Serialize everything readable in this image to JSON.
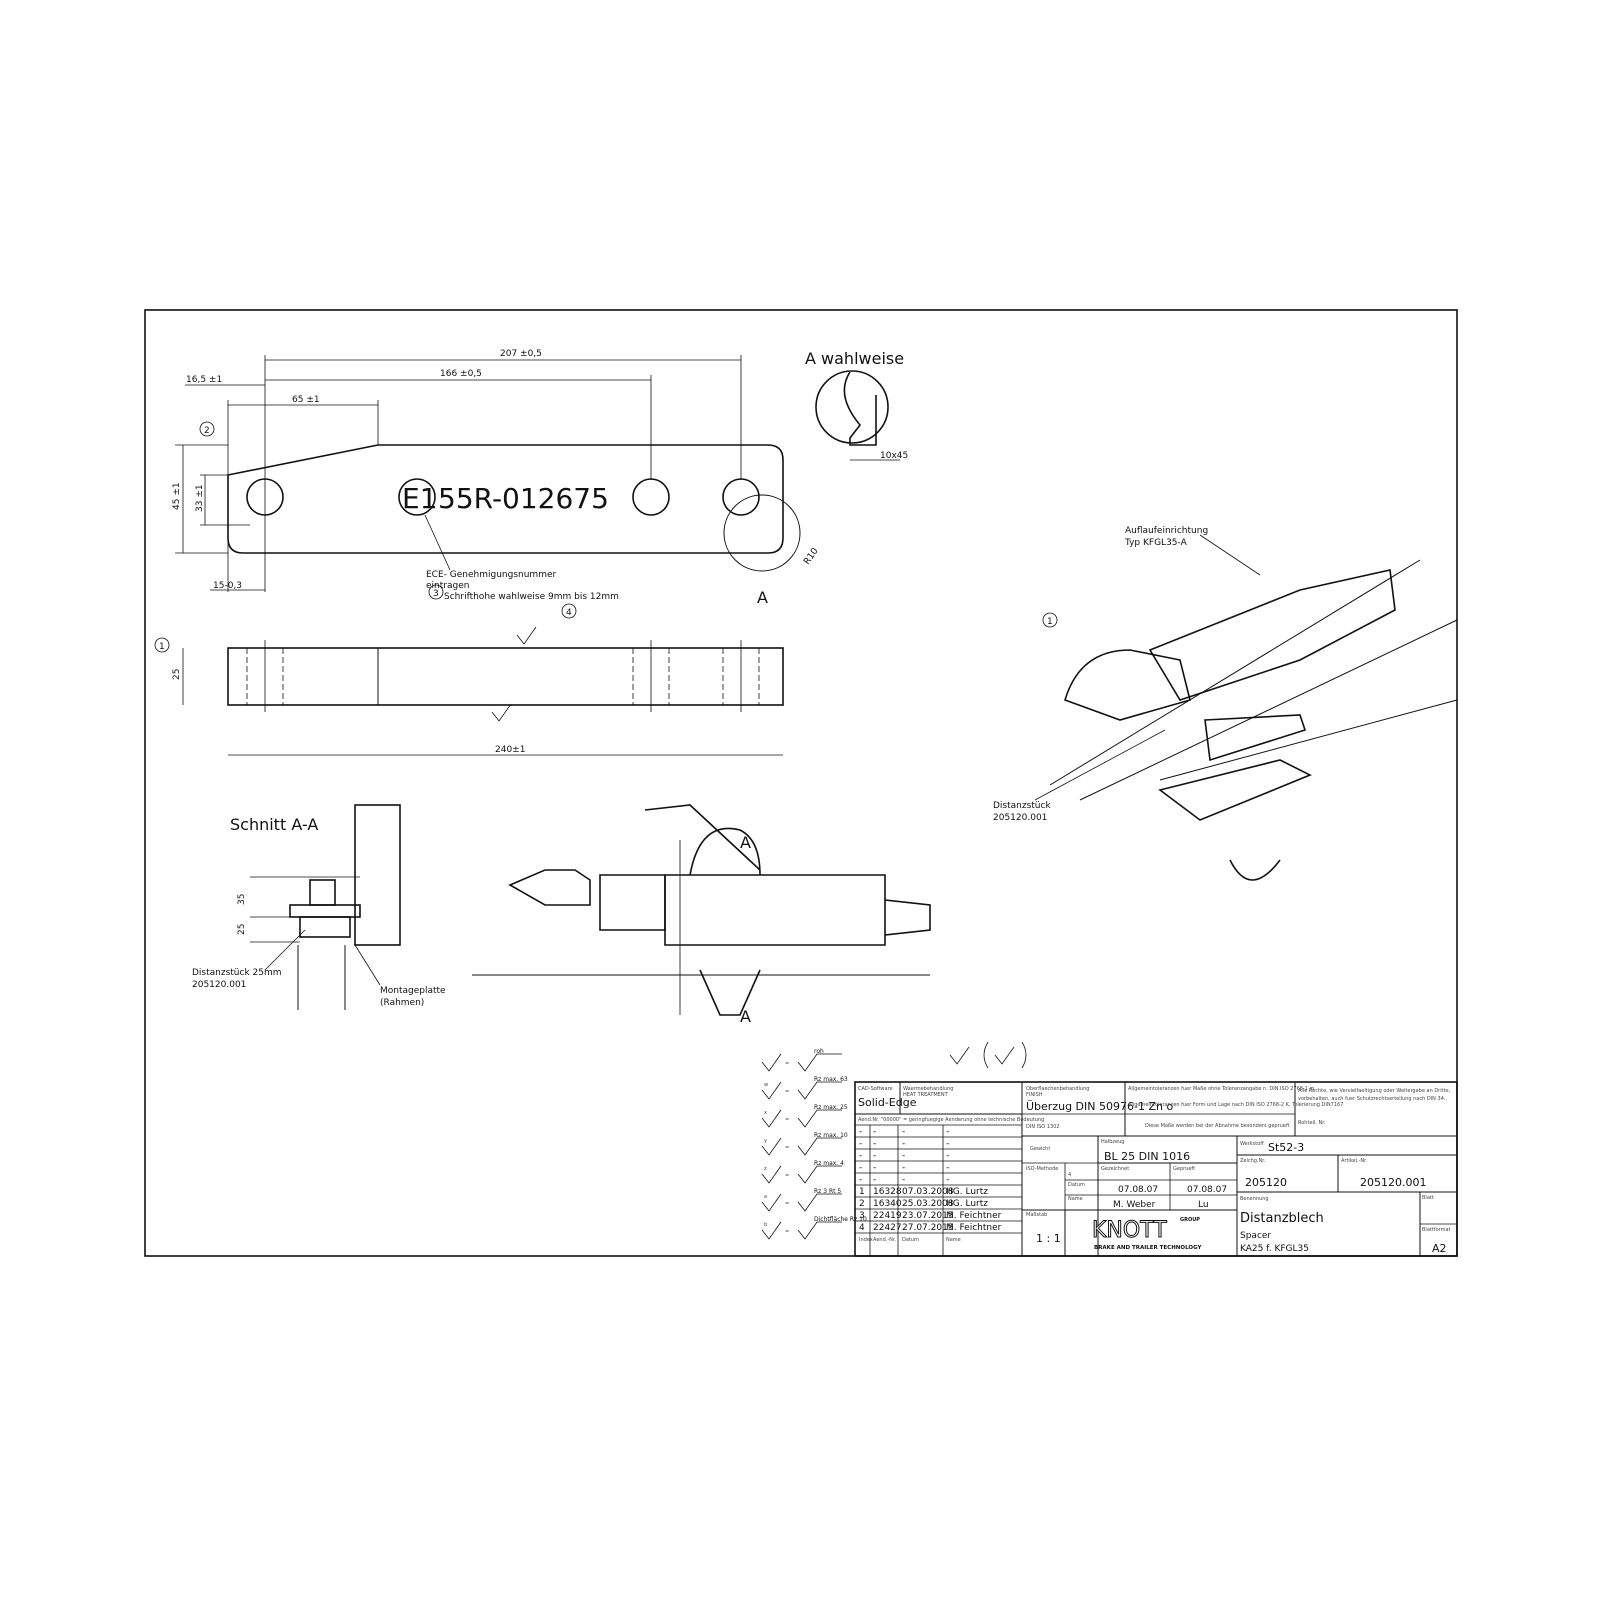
{
  "drawing": {
    "dims": {
      "d207": "207 ±0,5",
      "d166": "166 ±0,5",
      "d65": "65 ±1",
      "d16": "16,5 ±1",
      "d45": "45 ±1",
      "d33": "33 ±1",
      "d15": "15-0,3",
      "d25": "25",
      "d240": "240±1",
      "r10": "R10",
      "chamfer": "10x45",
      "s35": "35",
      "s25": "25"
    },
    "engraving": {
      "e1": "E1",
      "number": "55R-012675"
    },
    "notes": {
      "ece1": "ECE- Genehmigungsnummer",
      "ece2": "eintragen",
      "ece3": "Schrifthohe wahlweise 9mm bis 12mm"
    },
    "balloons": {
      "b1": "1",
      "b2": "2",
      "b3": "3",
      "b4": "4",
      "b1b": "1"
    },
    "detail_title": "A   wahlweise",
    "detail_marker": "A",
    "section_title": "Schnitt A-A",
    "section_labels": {
      "spacer1": "Distanzstück 25mm",
      "spacer2": "205120.001",
      "plate1": "Montageplatte",
      "plate2": "(Rahmen)"
    },
    "section_arrows": {
      "a1": "A",
      "a2": "A"
    },
    "iso_labels": {
      "coupling1": "Auflaufeinrichtung",
      "coupling2": "Typ KFGL35-A",
      "spacer1": "Distanzstück",
      "spacer2": "205120.001"
    }
  },
  "surface": {
    "legend": [
      {
        "sym": "",
        "val": "roh"
      },
      {
        "sym": "w",
        "val": "Rz max. 63"
      },
      {
        "sym": "x",
        "val": "Rz max. 25"
      },
      {
        "sym": "y",
        "val": "Rz max. 10"
      },
      {
        "sym": "z",
        "val": "Rz max. 4"
      },
      {
        "sym": "a",
        "val": "Rz 3  Rt 5"
      },
      {
        "sym": "b",
        "val": "Dichtfläche Rz 10"
      }
    ],
    "eq": "="
  },
  "title_block": {
    "cad_label": "CAD-Software",
    "cad": "Solid-Edge",
    "heat_label": "Waermebehandlung",
    "heat_sub": "HEAT TREATMENT",
    "surface_label": "Oberflaechenbehandlung",
    "surface_sub": "FINISH",
    "surface": "Überzug DIN 50976-1 Zn o",
    "tol1": "Allgemeintoleranzen fuer Maße ohne Toleranzangabe n. DIN ISO 2768-1 m",
    "tol2": "Allgemeintoleranzen fuer Form und Lage nach DIN ISO 2768-2 K, Tolerierung DIN7167",
    "rights1": "Alle Rechte, wie Vervielfaeltigung oder Weitergabe an Dritte,",
    "rights2": "vorbehalten, auch fuer Schutzrechtserteilung nach DIN 34.",
    "aend_note": "Aend.Nr. \"00000\" = geringfuegige Aenderung ohne technische Bedeutung",
    "din_ref": "DIN ISO 1302",
    "check_note": "Diese Maße werden bei der Abnahme besonders geprueft",
    "raw_label": "Rohteil. Nr.",
    "weight_label": "Gewicht",
    "semi_label": "Halbzeug",
    "semi": "BL 25 DIN 1016",
    "material_label": "Werkstoff",
    "material": "St52-3",
    "iso_label": "ISO-Methode",
    "iso": "4",
    "drawn_label": "Gezeichnet",
    "checked_label": "Geprueft",
    "date_label": "Datum",
    "name_label": "Name",
    "drawn_date": "07.08.07",
    "checked_date": "07.08.07",
    "drawn_name": "M. Weber",
    "checked_name": "Lu",
    "drawing_no_label": "Zeichg.Nr.",
    "drawing_no": "205120",
    "article_label": "Artikel.-Nr.",
    "article": "205120.001",
    "scale_label": "Maßstab",
    "scale": "1 : 1",
    "logo": "KNOTT",
    "logo_group": "GROUP",
    "logo_sub": "BRAKE AND TRAILER TECHNOLOGY",
    "name_title_label": "Benennung",
    "name1": "Distanzblech",
    "name2": "Spacer",
    "name3": "KA25 f. KFGL35",
    "sheet_label": "Blatt",
    "format_label": "Blattformat",
    "format": "A2",
    "rev_headers": [
      "Index",
      "Aend.-Nr.",
      "Datum",
      "Name"
    ],
    "revisions": [
      [
        "-",
        "-",
        "-",
        "-"
      ],
      [
        "-",
        "-",
        "-",
        "-"
      ],
      [
        "-",
        "-",
        "-",
        "-"
      ],
      [
        "-",
        "-",
        "-",
        "-"
      ],
      [
        "-",
        "-",
        "-",
        "-"
      ],
      [
        "1",
        "16328",
        "07.03.2008",
        "HG. Lurtz"
      ],
      [
        "2",
        "16340",
        "25.03.2008",
        "HG. Lurtz"
      ],
      [
        "3",
        "22419",
        "23.07.2015",
        "M. Feichtner"
      ],
      [
        "4",
        "22427",
        "27.07.2015",
        "M. Feichtner"
      ]
    ]
  }
}
